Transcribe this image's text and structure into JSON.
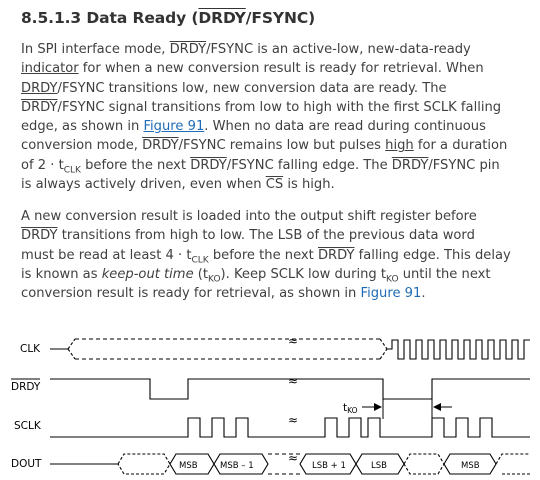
{
  "section": {
    "number": "8.5.1.3",
    "title_prefix": "Data Ready (",
    "title_overlined": "DRDY",
    "title_suffix": "/FSYNC)"
  },
  "paragraph1": {
    "s1a": "In SPI interface mode, ",
    "s1b": "DRDY",
    "s1c": "/FSYNC is an active-low, new-data-ready",
    "s2a": "indicator",
    "s2b": " for when a new conversion result is ready for retrieval. When",
    "s3a": "DRDY",
    "s3b": "/FSYNC transitions low, new conversion data are ready. The",
    "s4a": "DRDY",
    "s4b": "/FSYNC signal transitions from low to high with the first SCLK falling",
    "s5a": "edge, as shown in ",
    "s5link": "Figure 91",
    "s5b": ". When no data are read during continuous",
    "s6a": "conversion mode, ",
    "s6b": "DRDY",
    "s6c": "/FSYNC remains low but pulses ",
    "s6d": "high",
    "s6e": " for a duration",
    "s7a": "of 2 · t",
    "s7sub": "CLK",
    "s7b": " before the next ",
    "s7c": "DRDY",
    "s7d": "/FSYNC falling edge. The ",
    "s7e": "DRDY",
    "s7f": "/FSYNC pin",
    "s8a": "is always actively driven, even when ",
    "s8b": "CS",
    "s8c": " is high."
  },
  "paragraph2": {
    "s1": "A new conversion result is loaded into the output shift register before",
    "s2a": "DRDY",
    "s2b": " transitions from high to low. The LSB of the previous data word",
    "s3a": "must be read at least 4 · t",
    "s3sub": "CLK",
    "s3b": " before the next ",
    "s3c": "DRDY",
    "s3d": " falling edge. This delay",
    "s4a": "is known as ",
    "s4em": "keep-out time",
    "s4b": " (t",
    "s4sub": "KO",
    "s4c": "). Keep SCLK low during t",
    "s4sub2": "KO",
    "s4d": " until the next",
    "s5a": "conversion result is ready for retrieval, as shown in ",
    "s5link": "Figure 91",
    "s5b": "."
  },
  "diagram": {
    "signals": [
      "CLK",
      "DRDY",
      "SCLK",
      "DOUT"
    ],
    "dout_labels": [
      "MSB",
      "MSB – 1",
      "LSB + 1",
      "LSB",
      "MSB"
    ],
    "tko_main": "t",
    "tko_sub": "KO",
    "break_marker": "≈"
  },
  "colors": {
    "text": "#404040",
    "link": "#1f6bb5",
    "heading": "#333333"
  }
}
